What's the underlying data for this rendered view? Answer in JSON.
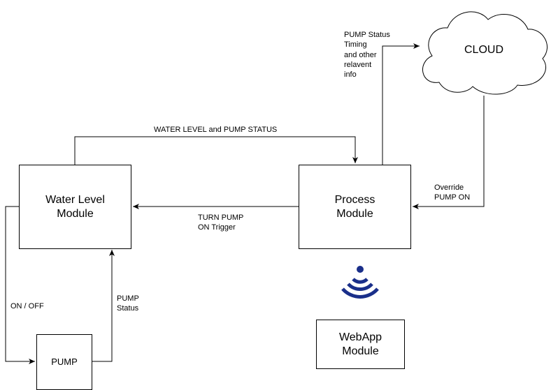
{
  "nodes": {
    "water_level": "Water Level\nModule",
    "process": "Process\nModule",
    "pump": "PUMP",
    "webapp": "WebApp\nModule",
    "cloud": "CLOUD"
  },
  "edges": {
    "water_to_process": "WATER LEVEL and PUMP STATUS",
    "process_to_cloud": "PUMP Status\nTiming\nand other\nrelavent\ninfo",
    "cloud_to_process": "Override\nPUMP ON",
    "process_to_water": "TURN PUMP\nON Trigger",
    "water_to_pump": "ON / OFF",
    "pump_to_water": "PUMP\nStatus"
  },
  "icons": {
    "webapp_icon": "wireless-signal-icon"
  },
  "colors": {
    "line": "#000000",
    "wifi_icon": "#1a2f8a"
  }
}
